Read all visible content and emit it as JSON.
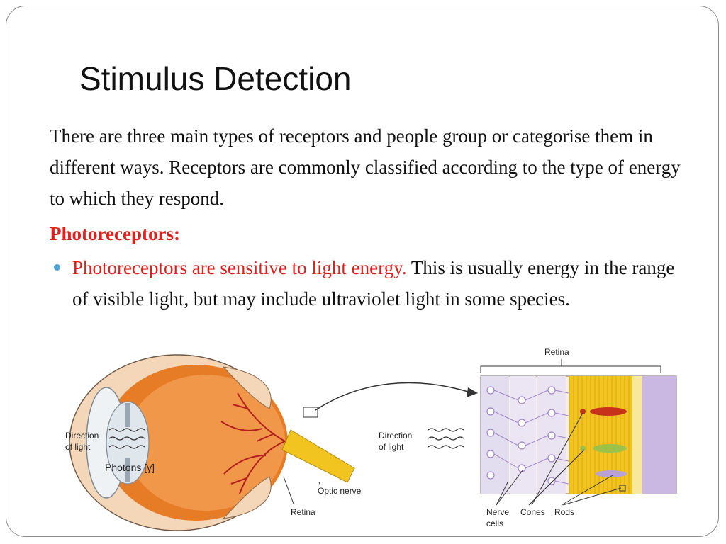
{
  "slide": {
    "title": "Stimulus Detection",
    "intro": "There are three main types of receptors and people group or categorise them in different ways. Receptors are commonly classified according to the type of energy to which they respond.",
    "subhead": "Photoreceptors:",
    "bullets": [
      {
        "highlight": "Photoreceptors are sensitive to light energy.",
        "rest": " This is usually energy in the range of visible light, but may include ultraviolet light in some species."
      }
    ]
  },
  "diagram": {
    "eye_labels": {
      "direction_line1": "Direction",
      "direction_line2": "of light",
      "photons": "Photons [γ]",
      "optic_nerve": "Optic nerve",
      "retina": "Retina"
    },
    "retina_labels": {
      "retina": "Retina",
      "direction_line1": "Direction",
      "direction_line2": "of light",
      "nerve_line1": "Nerve",
      "nerve_line2": "cells",
      "cones": "Cones",
      "rods": "Rods"
    },
    "colors": {
      "accent_red": "#e0201c",
      "bullet": "#4aa3d9",
      "eye_orange": "#e77c26",
      "vessel": "#b41e1e",
      "rod_yellow": "#f2c41f",
      "cone_red": "#c8321a",
      "nerve_purple": "#a083c8"
    }
  }
}
